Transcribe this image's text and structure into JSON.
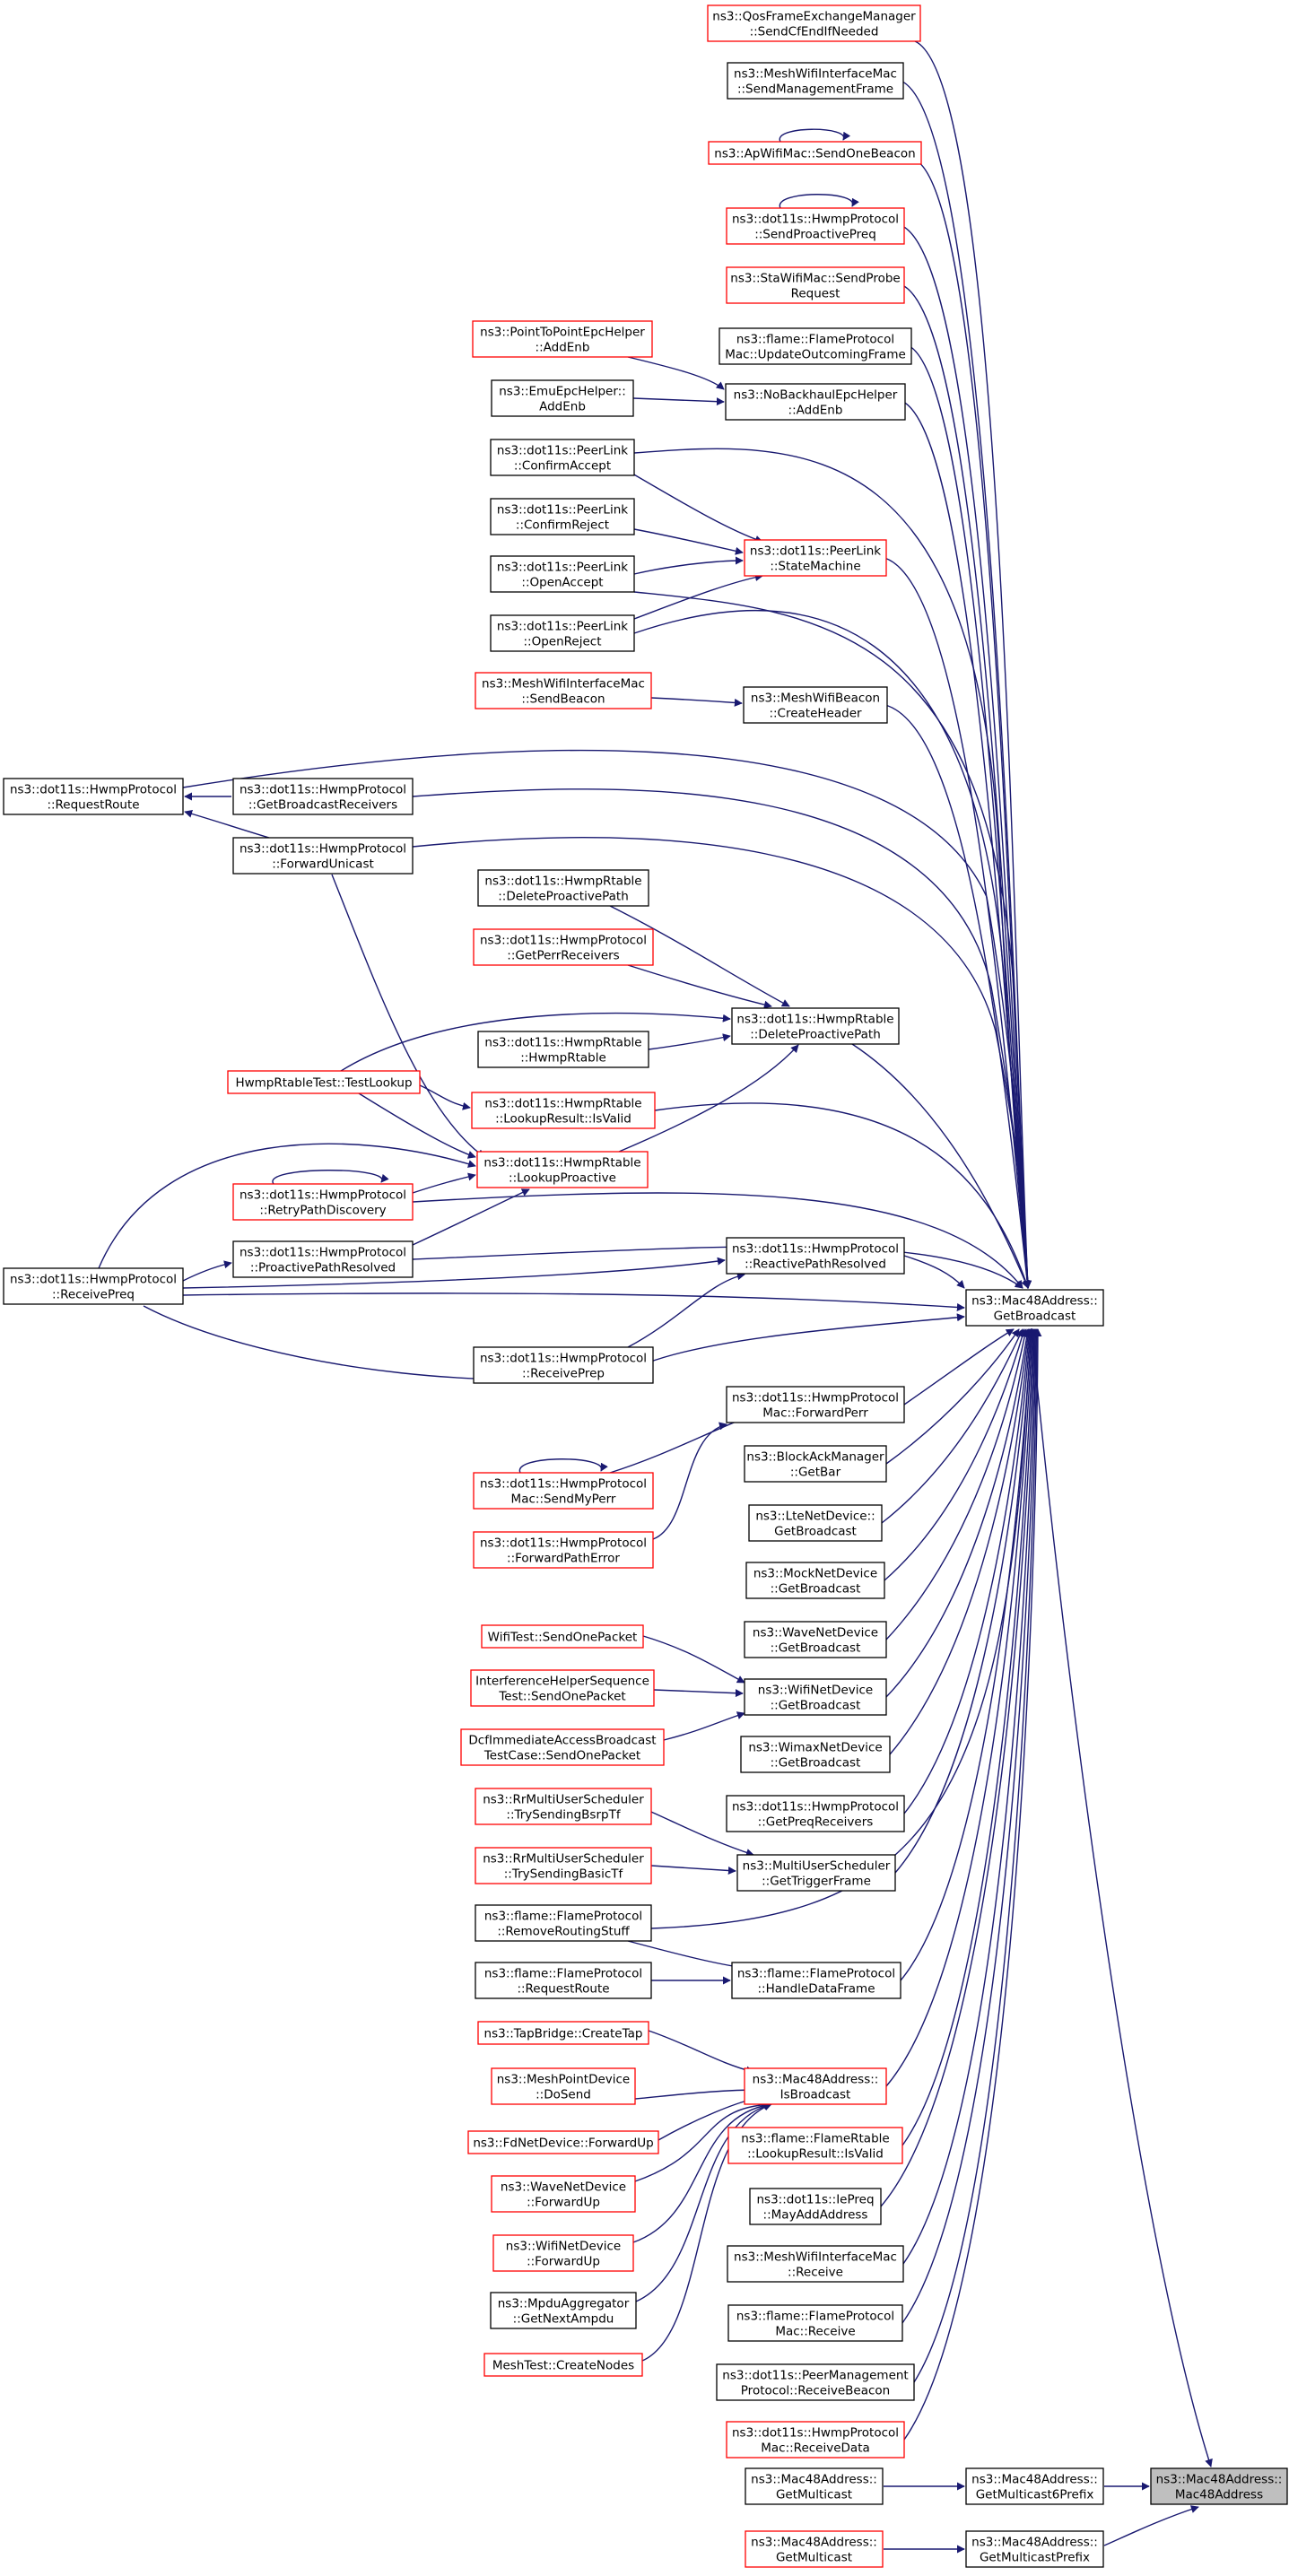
{
  "diagram": {
    "type": "call-graph",
    "colors": {
      "edge": "#191970",
      "node_border_default": "#000000",
      "node_border_truncated": "#ff0000",
      "node_fill_root": "#bfbfbf",
      "node_fill_default": "#ffffff"
    },
    "root": "ns3::Mac48Address::Mac48Address",
    "nodes": [
      {
        "id": "root",
        "lines": [
          "ns3::Mac48Address::",
          "Mac48Address"
        ],
        "style": "root"
      },
      {
        "id": "getBroadcast",
        "lines": [
          "ns3::Mac48Address::",
          "GetBroadcast"
        ],
        "style": "black"
      },
      {
        "id": "getMulticast6Prefix",
        "lines": [
          "ns3::Mac48Address::",
          "GetMulticast6Prefix"
        ],
        "style": "black"
      },
      {
        "id": "getMulticastPrefix",
        "lines": [
          "ns3::Mac48Address::",
          "GetMulticastPrefix"
        ],
        "style": "black"
      },
      {
        "id": "getMulticastA",
        "lines": [
          "ns3::Mac48Address::",
          "GetMulticast"
        ],
        "style": "black"
      },
      {
        "id": "getMulticastB",
        "lines": [
          "ns3::Mac48Address::",
          "GetMulticast"
        ],
        "style": "red"
      },
      {
        "id": "qosSendCfEnd",
        "lines": [
          "ns3::QosFrameExchangeManager",
          "::SendCfEndIfNeeded"
        ],
        "style": "red"
      },
      {
        "id": "meshSendMgmt",
        "lines": [
          "ns3::MeshWifiInterfaceMac",
          "::SendManagementFrame"
        ],
        "style": "black"
      },
      {
        "id": "apSendBeacon",
        "lines": [
          "ns3::ApWifiMac::SendOneBeacon"
        ],
        "style": "red"
      },
      {
        "id": "hwmpSendProactivePreq",
        "lines": [
          "ns3::dot11s::HwmpProtocol",
          "::SendProactivePreq"
        ],
        "style": "red"
      },
      {
        "id": "staSendProbe",
        "lines": [
          "ns3::StaWifiMac::SendProbe",
          "Request"
        ],
        "style": "red"
      },
      {
        "id": "flameUpdateOutgoing",
        "lines": [
          "ns3::flame::FlameProtocol",
          "Mac::UpdateOutcomingFrame"
        ],
        "style": "black"
      },
      {
        "id": "p2pAddEnb",
        "lines": [
          "ns3::PointToPointEpcHelper",
          "::AddEnb"
        ],
        "style": "red"
      },
      {
        "id": "emuAddEnb",
        "lines": [
          "ns3::EmuEpcHelper::",
          "AddEnb"
        ],
        "style": "black"
      },
      {
        "id": "noBackhaulAddEnb",
        "lines": [
          "ns3::NoBackhaulEpcHelper",
          "::AddEnb"
        ],
        "style": "black"
      },
      {
        "id": "plConfirmAccept",
        "lines": [
          "ns3::dot11s::PeerLink",
          "::ConfirmAccept"
        ],
        "style": "black"
      },
      {
        "id": "plConfirmReject",
        "lines": [
          "ns3::dot11s::PeerLink",
          "::ConfirmReject"
        ],
        "style": "black"
      },
      {
        "id": "plOpenAccept",
        "lines": [
          "ns3::dot11s::PeerLink",
          "::OpenAccept"
        ],
        "style": "black"
      },
      {
        "id": "plOpenReject",
        "lines": [
          "ns3::dot11s::PeerLink",
          "::OpenReject"
        ],
        "style": "black"
      },
      {
        "id": "plStateMachine",
        "lines": [
          "ns3::dot11s::PeerLink",
          "::StateMachine"
        ],
        "style": "red"
      },
      {
        "id": "meshSendBeacon",
        "lines": [
          "ns3::MeshWifiInterfaceMac",
          "::SendBeacon"
        ],
        "style": "red"
      },
      {
        "id": "meshBeaconCreateHeader",
        "lines": [
          "ns3::MeshWifiBeacon",
          "::CreateHeader"
        ],
        "style": "black"
      },
      {
        "id": "hwmpRequestRoute",
        "lines": [
          "ns3::dot11s::HwmpProtocol",
          "::RequestRoute"
        ],
        "style": "black"
      },
      {
        "id": "hwmpGetBroadcastReceivers",
        "lines": [
          "ns3::dot11s::HwmpProtocol",
          "::GetBroadcastReceivers"
        ],
        "style": "black"
      },
      {
        "id": "hwmpForwardUnicast",
        "lines": [
          "ns3::dot11s::HwmpProtocol",
          "::ForwardUnicast"
        ],
        "style": "black"
      },
      {
        "id": "rtDeleteProactive1",
        "lines": [
          "ns3::dot11s::HwmpRtable",
          "::DeleteProactivePath"
        ],
        "style": "black"
      },
      {
        "id": "hwmpGetPerrReceivers",
        "lines": [
          "ns3::dot11s::HwmpProtocol",
          "::GetPerrReceivers"
        ],
        "style": "red"
      },
      {
        "id": "rtDeleteProactive2",
        "lines": [
          "ns3::dot11s::HwmpRtable",
          "::DeleteProactivePath"
        ],
        "style": "black"
      },
      {
        "id": "rtHwmpRtable",
        "lines": [
          "ns3::dot11s::HwmpRtable",
          "::HwmpRtable"
        ],
        "style": "black"
      },
      {
        "id": "rtTestLookup",
        "lines": [
          "HwmpRtableTest::TestLookup"
        ],
        "style": "red"
      },
      {
        "id": "rtLookupIsValid",
        "lines": [
          "ns3::dot11s::HwmpRtable",
          "::LookupResult::IsValid"
        ],
        "style": "red"
      },
      {
        "id": "rtLookupProactive",
        "lines": [
          "ns3::dot11s::HwmpRtable",
          "::LookupProactive"
        ],
        "style": "red"
      },
      {
        "id": "hwmpRetryPath",
        "lines": [
          "ns3::dot11s::HwmpProtocol",
          "::RetryPathDiscovery"
        ],
        "style": "red"
      },
      {
        "id": "hwmpReceivePreq",
        "lines": [
          "ns3::dot11s::HwmpProtocol",
          "::ReceivePreq"
        ],
        "style": "black"
      },
      {
        "id": "hwmpProactiveResolved",
        "lines": [
          "ns3::dot11s::HwmpProtocol",
          "::ProactivePathResolved"
        ],
        "style": "black"
      },
      {
        "id": "hwmpReactiveResolved",
        "lines": [
          "ns3::dot11s::HwmpProtocol",
          "::ReactivePathResolved"
        ],
        "style": "black"
      },
      {
        "id": "hwmpReceivePrep",
        "lines": [
          "ns3::dot11s::HwmpProtocol",
          "::ReceivePrep"
        ],
        "style": "black"
      },
      {
        "id": "hwmpMacForwardPerr",
        "lines": [
          "ns3::dot11s::HwmpProtocol",
          "Mac::ForwardPerr"
        ],
        "style": "black"
      },
      {
        "id": "hwmpMacSendMyPerr",
        "lines": [
          "ns3::dot11s::HwmpProtocol",
          "Mac::SendMyPerr"
        ],
        "style": "red"
      },
      {
        "id": "hwmpForwardPathError",
        "lines": [
          "ns3::dot11s::HwmpProtocol",
          "::ForwardPathError"
        ],
        "style": "red"
      },
      {
        "id": "blockAckGetBar",
        "lines": [
          "ns3::BlockAckManager",
          "::GetBar"
        ],
        "style": "black"
      },
      {
        "id": "lteGetBroadcast",
        "lines": [
          "ns3::LteNetDevice::",
          "GetBroadcast"
        ],
        "style": "black"
      },
      {
        "id": "mockGetBroadcast",
        "lines": [
          "ns3::MockNetDevice",
          "::GetBroadcast"
        ],
        "style": "black"
      },
      {
        "id": "waveGetBroadcast",
        "lines": [
          "ns3::WaveNetDevice",
          "::GetBroadcast"
        ],
        "style": "black"
      },
      {
        "id": "wifiTestSend",
        "lines": [
          "WifiTest::SendOnePacket"
        ],
        "style": "red"
      },
      {
        "id": "interfSend",
        "lines": [
          "InterferenceHelperSequence",
          "Test::SendOnePacket"
        ],
        "style": "red"
      },
      {
        "id": "dcfSend",
        "lines": [
          "DcfImmediateAccessBroadcast",
          "TestCase::SendOnePacket"
        ],
        "style": "red"
      },
      {
        "id": "wifiGetBroadcast",
        "lines": [
          "ns3::WifiNetDevice",
          "::GetBroadcast"
        ],
        "style": "black"
      },
      {
        "id": "wimaxGetBroadcast",
        "lines": [
          "ns3::WimaxNetDevice",
          "::GetBroadcast"
        ],
        "style": "black"
      },
      {
        "id": "hwmpGetPreqReceivers",
        "lines": [
          "ns3::dot11s::HwmpProtocol",
          "::GetPreqReceivers"
        ],
        "style": "black"
      },
      {
        "id": "rrBsrp",
        "lines": [
          "ns3::RrMultiUserScheduler",
          "::TrySendingBsrpTf"
        ],
        "style": "red"
      },
      {
        "id": "rrBasic",
        "lines": [
          "ns3::RrMultiUserScheduler",
          "::TrySendingBasicTf"
        ],
        "style": "red"
      },
      {
        "id": "muGetTrigger",
        "lines": [
          "ns3::MultiUserScheduler",
          "::GetTriggerFrame"
        ],
        "style": "black"
      },
      {
        "id": "flameRemoveRouting",
        "lines": [
          "ns3::flame::FlameProtocol",
          "::RemoveRoutingStuff"
        ],
        "style": "black"
      },
      {
        "id": "flameRequestRoute",
        "lines": [
          "ns3::flame::FlameProtocol",
          "::RequestRoute"
        ],
        "style": "black"
      },
      {
        "id": "flameHandleData",
        "lines": [
          "ns3::flame::FlameProtocol",
          "::HandleDataFrame"
        ],
        "style": "black"
      },
      {
        "id": "tapCreate",
        "lines": [
          "ns3::TapBridge::CreateTap"
        ],
        "style": "red"
      },
      {
        "id": "meshPointDoSend",
        "lines": [
          "ns3::MeshPointDevice",
          "::DoSend"
        ],
        "style": "red"
      },
      {
        "id": "fdForwardUp",
        "lines": [
          "ns3::FdNetDevice::ForwardUp"
        ],
        "style": "red"
      },
      {
        "id": "waveForwardUp",
        "lines": [
          "ns3::WaveNetDevice",
          "::ForwardUp"
        ],
        "style": "red"
      },
      {
        "id": "wifiForwardUp",
        "lines": [
          "ns3::WifiNetDevice",
          "::ForwardUp"
        ],
        "style": "red"
      },
      {
        "id": "mpduGetNext",
        "lines": [
          "ns3::MpduAggregator",
          "::GetNextAmpdu"
        ],
        "style": "black"
      },
      {
        "id": "meshCreateNodes",
        "lines": [
          "MeshTest::CreateNodes"
        ],
        "style": "red"
      },
      {
        "id": "isBroadcast",
        "lines": [
          "ns3::Mac48Address::",
          "IsBroadcast"
        ],
        "style": "red"
      },
      {
        "id": "flameLookupIsValid",
        "lines": [
          "ns3::flame::FlameRtable",
          "::LookupResult::IsValid"
        ],
        "style": "red"
      },
      {
        "id": "iePreqMayAdd",
        "lines": [
          "ns3::dot11s::IePreq",
          "::MayAddAddress"
        ],
        "style": "black"
      },
      {
        "id": "meshReceive",
        "lines": [
          "ns3::MeshWifiInterfaceMac",
          "::Receive"
        ],
        "style": "black"
      },
      {
        "id": "flameMacReceive",
        "lines": [
          "ns3::flame::FlameProtocol",
          "Mac::Receive"
        ],
        "style": "black"
      },
      {
        "id": "pmReceiveBeacon",
        "lines": [
          "ns3::dot11s::PeerManagement",
          "Protocol::ReceiveBeacon"
        ],
        "style": "black"
      },
      {
        "id": "hwmpMacReceiveData",
        "lines": [
          "ns3::dot11s::HwmpProtocol",
          "Mac::ReceiveData"
        ],
        "style": "red"
      }
    ]
  }
}
